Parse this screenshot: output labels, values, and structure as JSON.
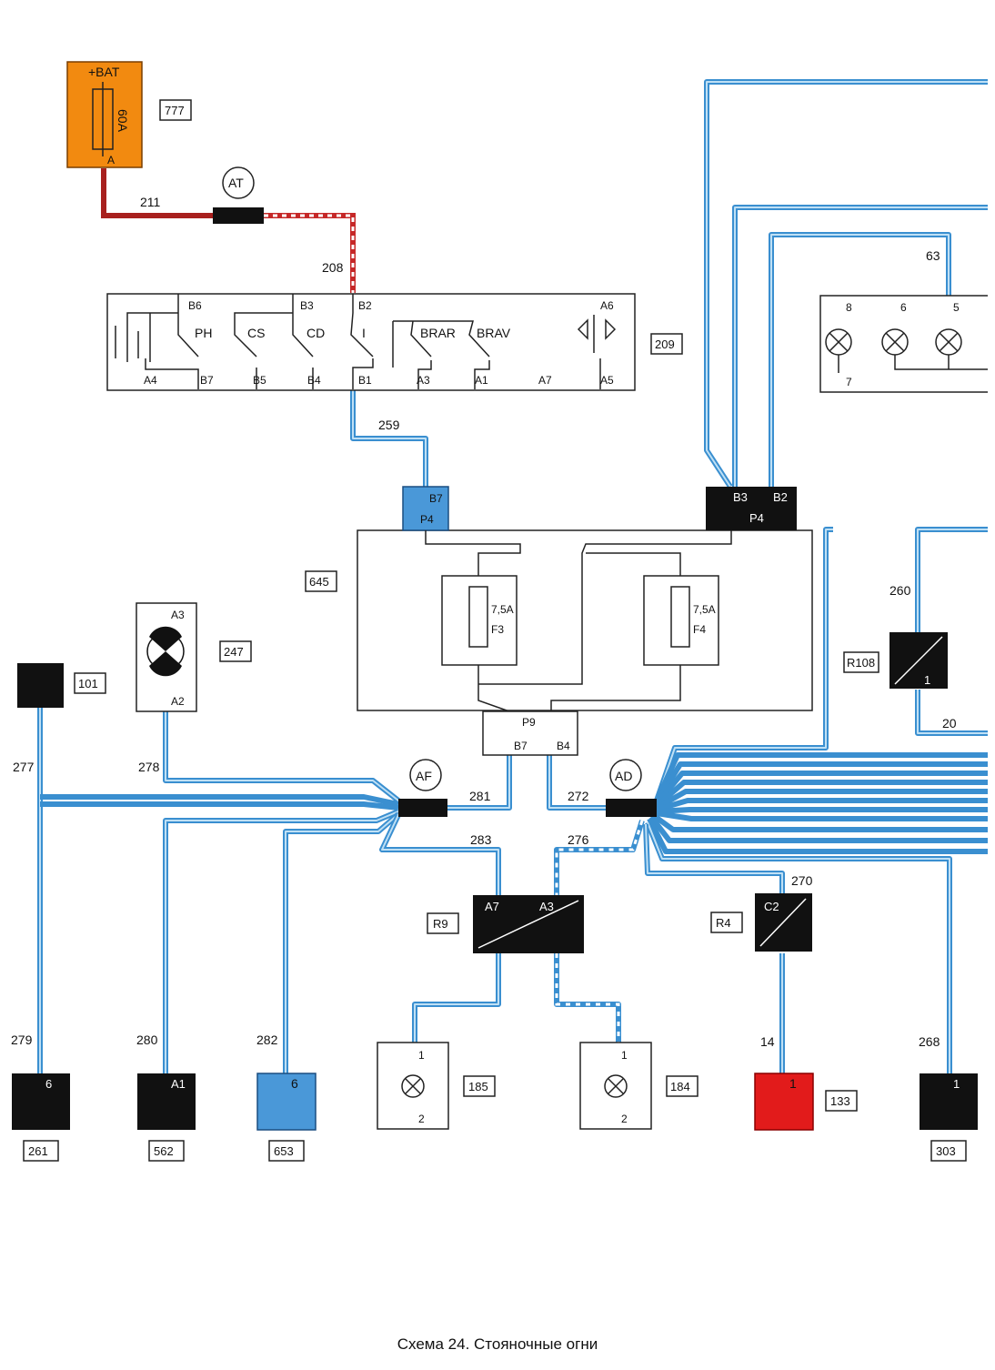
{
  "caption": "Схема 24. Стояночные огни",
  "battery": {
    "top_label": "+BAT",
    "fuse_label": "60A",
    "pin": "A",
    "ref": "777"
  },
  "connectors": {
    "AT": "AT",
    "AF": "AF",
    "AD": "AD"
  },
  "switch_unit": {
    "ref": "209",
    "top_pins": [
      "B6",
      "B3",
      "B2",
      "A6"
    ],
    "bottom_pins": [
      "A4",
      "B7",
      "B5",
      "B4",
      "B1",
      "A3",
      "A1",
      "A7",
      "A5"
    ],
    "switch_labels": [
      "PH",
      "CS",
      "CD",
      "I",
      "BRAR",
      "BRAV"
    ]
  },
  "fuse_box": {
    "ref": "645",
    "left_connector": {
      "pin": "B7",
      "label": "P4"
    },
    "right_connector": {
      "pins": [
        "B3",
        "B2"
      ],
      "label": "P4"
    },
    "bottom_connector": {
      "label": "P9",
      "pins": [
        "B7",
        "B4"
      ]
    },
    "fuse_left": {
      "rating": "7,5A",
      "name": "F3"
    },
    "fuse_right": {
      "rating": "7,5A",
      "name": "F4"
    }
  },
  "lamp_cluster": {
    "pins": [
      "8",
      "6",
      "5"
    ],
    "bottom_pin": "7"
  },
  "wires": {
    "w211": "211",
    "w208": "208",
    "w259": "259",
    "w63": "63",
    "w260": "260",
    "w20": "20",
    "w277": "277",
    "w278": "278",
    "w281": "281",
    "w272": "272",
    "w283": "283",
    "w276": "276",
    "w270": "270",
    "w279": "279",
    "w280": "280",
    "w282": "282",
    "w14": "14",
    "w268": "268"
  },
  "components": {
    "c101": {
      "ref": "101"
    },
    "c247": {
      "ref": "247",
      "pin_top": "A3",
      "pin_bottom": "A2"
    },
    "r108": {
      "ref": "R108",
      "pin": "1"
    },
    "r9": {
      "ref": "R9",
      "pins": [
        "A7",
        "A3"
      ]
    },
    "r4": {
      "ref": "R4",
      "pin": "C2"
    },
    "c185": {
      "ref": "185",
      "pins": [
        "1",
        "2"
      ]
    },
    "c184": {
      "ref": "184",
      "pins": [
        "1",
        "2"
      ]
    },
    "c261": {
      "ref": "261",
      "pin": "6"
    },
    "c562": {
      "ref": "562",
      "pin": "A1"
    },
    "c653": {
      "ref": "653",
      "pin": "6"
    },
    "c133": {
      "ref": "133",
      "pin": "1"
    },
    "c303": {
      "ref": "303",
      "pin": "1"
    }
  },
  "colors": {
    "wire_blue": "#3a8fd0",
    "battery_orange": "#f28a10",
    "wire_red": "#b22020",
    "connector_black": "#111111",
    "connector_blue": "#4a98d8",
    "connector_red": "#e21b1b"
  }
}
